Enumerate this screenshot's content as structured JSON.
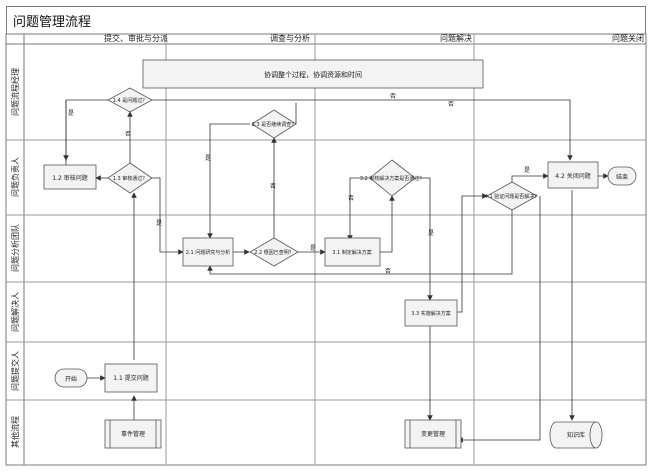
{
  "title": "问题管理流程",
  "columns": [
    "提交、审批与分派",
    "调查与分析",
    "问题解决",
    "问题关闭"
  ],
  "lanes": [
    "问题流程经理",
    "问题负责人",
    "问题分析团队",
    "问题解决人",
    "问题提交人",
    "其他流程"
  ],
  "nodes": {
    "oversee": "协调整个过程，协调资源和时间",
    "start": "开始",
    "submit": "1.1 提交问题",
    "review": "1.2 审核问题",
    "approve_q": "1.3 审核通过？",
    "is_problem": "1.4 是问题过？",
    "analyze": "2.1 问题研究与分析",
    "cause_q": "2.2 根因已查明？",
    "continue_q": "2.3 是否继续调查？",
    "plan": "3.1 制定解决方案",
    "solution_q": "3.2 审核解决方案是否通过？",
    "implement": "3.3 实施解决方案",
    "verify_q": "4.1 验证问题是否解决？",
    "close": "4.2 关闭问题",
    "end": "结束",
    "event_mgmt": "事件管理",
    "change_mgmt": "变更管理",
    "knowledge_base": "知识库"
  },
  "edge_labels": {
    "yes": "是",
    "no": "否"
  }
}
